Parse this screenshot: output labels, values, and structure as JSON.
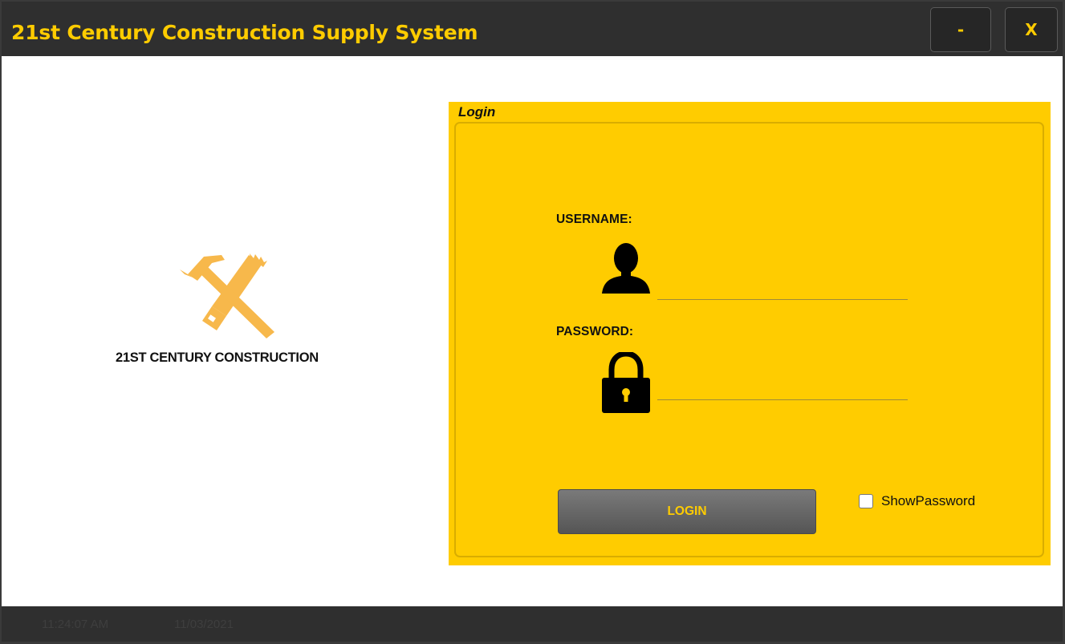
{
  "window": {
    "title": "21st Century Construction Supply System",
    "minimize_label": "-",
    "close_label": "X"
  },
  "logo": {
    "text": "21ST CENTURY CONSTRUCTION",
    "icon": "hammer-saw-icon",
    "color": "#f7b84b"
  },
  "login": {
    "panel_title": "Login",
    "username_label": "USERNAME:",
    "password_label": "PASSWORD:",
    "username_value": "",
    "password_value": "",
    "login_button": "LOGIN",
    "show_password_label": "ShowPassword",
    "show_password_checked": false
  },
  "footer": {
    "time": "11:24:07 AM",
    "date": "11/03/2021"
  },
  "colors": {
    "accent": "#ffcc00",
    "titlebar": "#2f2f2f",
    "button": "#666666"
  }
}
